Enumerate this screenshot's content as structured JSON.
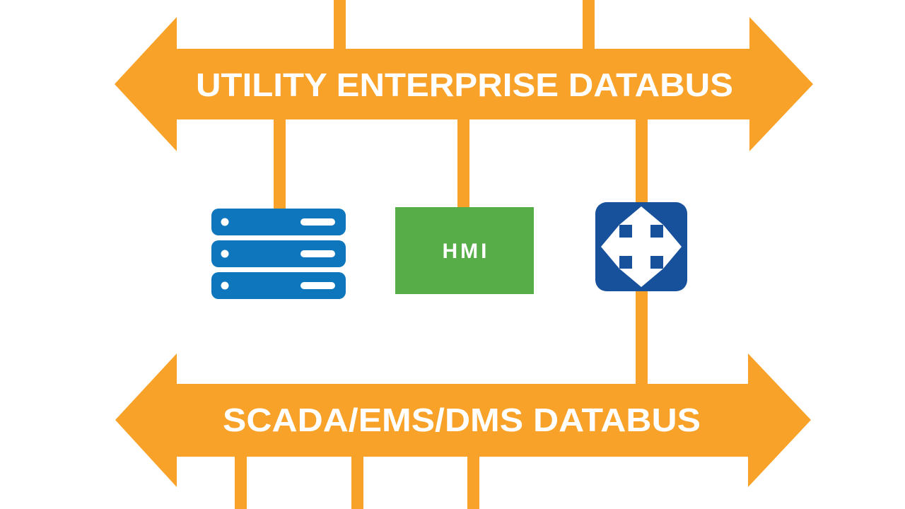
{
  "colors": {
    "databus_orange": "#F8A22A",
    "server_blue": "#0E76BC",
    "hmi_green": "#57AD48",
    "router_navy": "#17519C",
    "text_white": "#FFFFFF",
    "background_white": "#FFFFFF"
  },
  "diagram": {
    "top_bus": {
      "label": "UTILITY ENTERPRISE DATABUS"
    },
    "bottom_bus": {
      "label": "SCADA/EMS/DMS DATABUS"
    },
    "nodes": {
      "server": {
        "icon": "server-stack-icon"
      },
      "hmi": {
        "label": "HMI"
      },
      "router": {
        "icon": "four-way-arrows-icon"
      }
    }
  }
}
